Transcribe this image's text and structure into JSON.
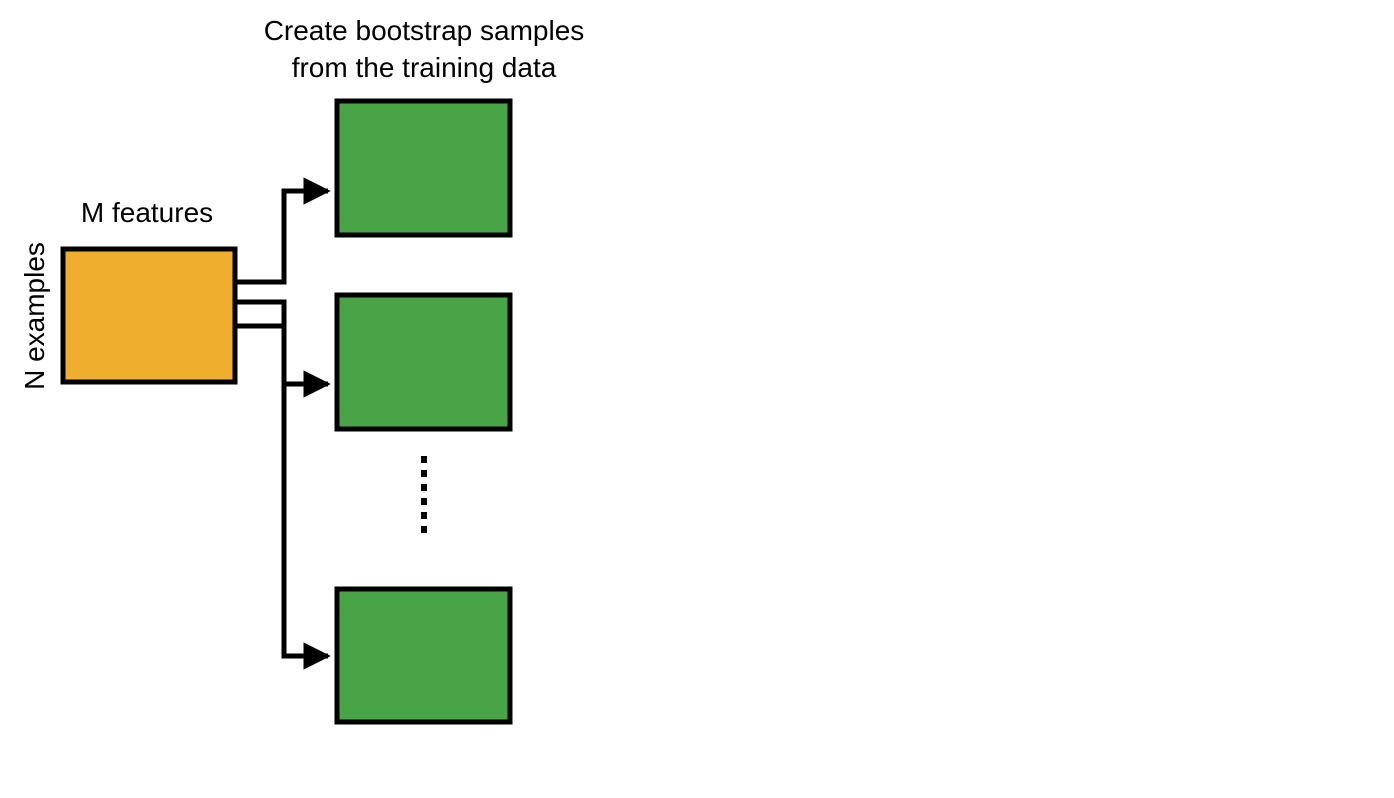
{
  "title": {
    "line1": "Create bootstrap samples",
    "line2": "from the training data"
  },
  "source": {
    "columns_label": "M features",
    "rows_label": "N examples"
  },
  "colors": {
    "source_fill": "#EFAE2D",
    "sample_fill": "#49A347",
    "stroke": "#000000"
  }
}
